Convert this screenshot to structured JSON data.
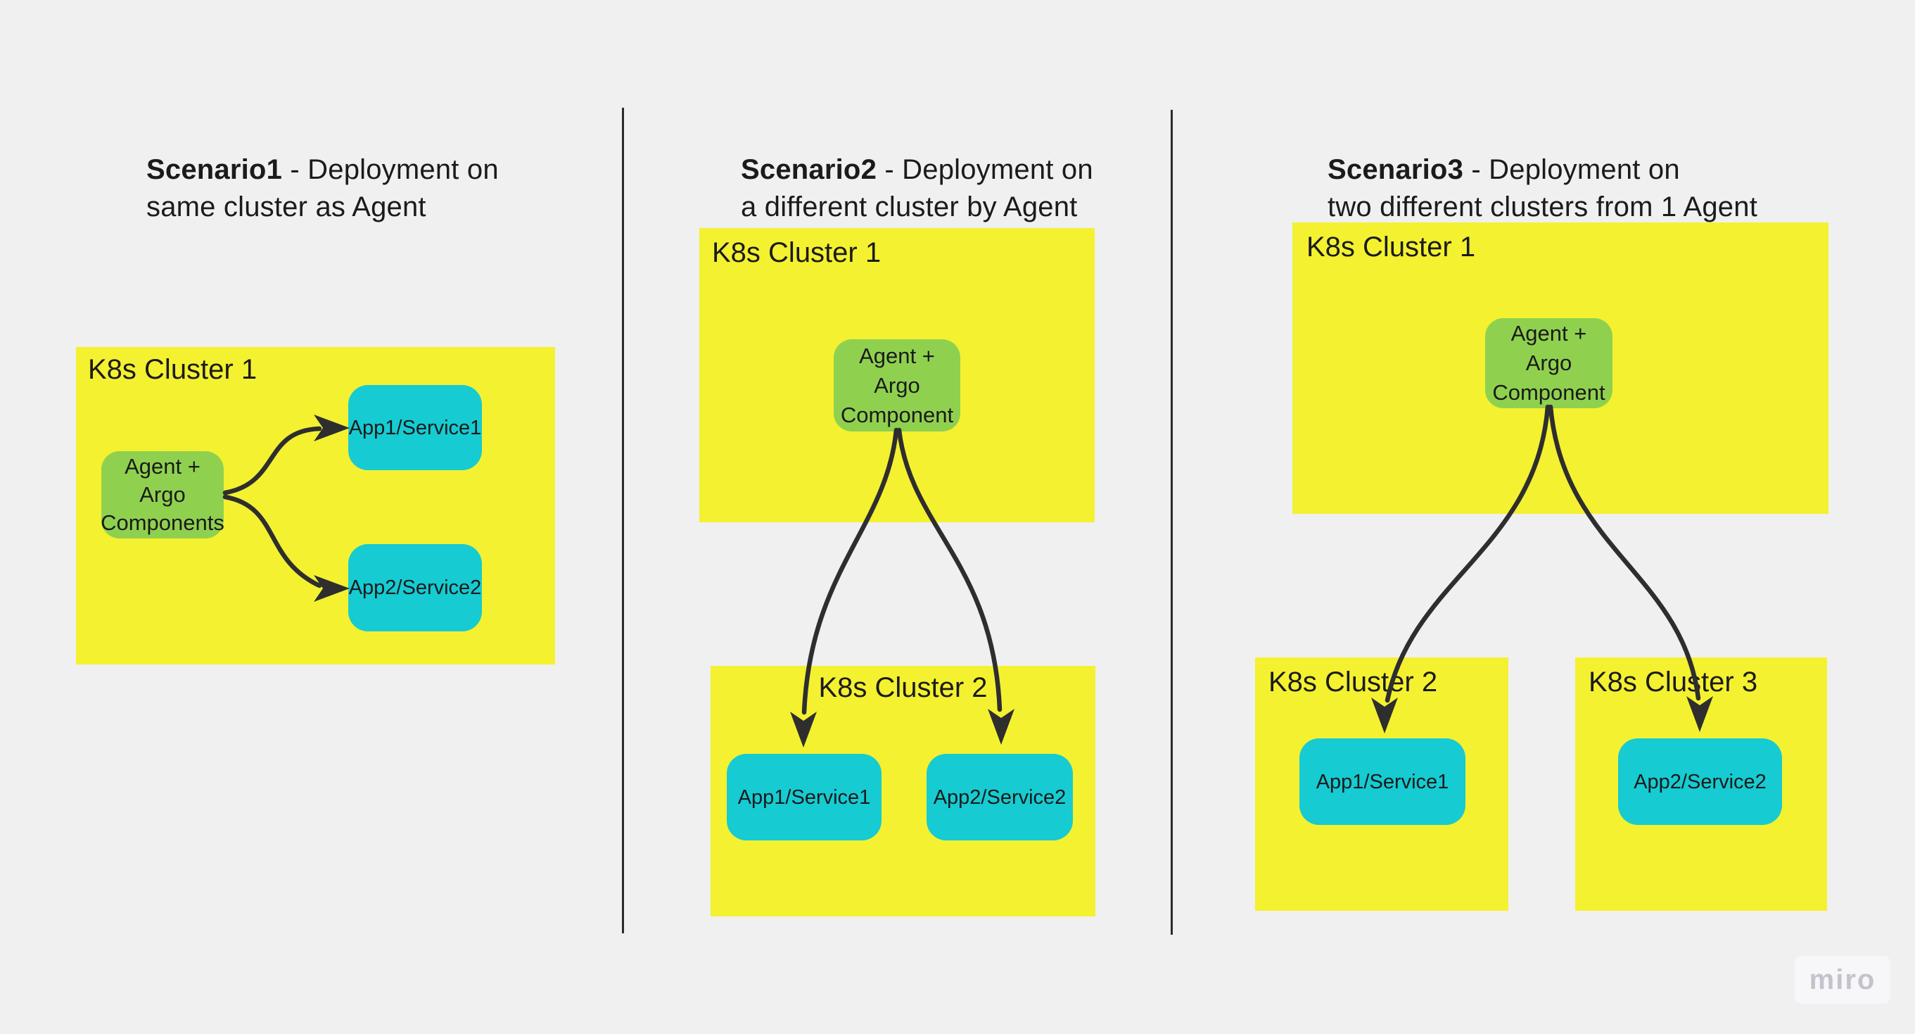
{
  "colors": {
    "bg": "#F0F0F1",
    "yellow": "#F4F131",
    "green": "#8FD14F",
    "cyan": "#16CBD2",
    "arrow": "#2E2E2E",
    "text": "#1B1B1B",
    "divider": "#2B2B2B",
    "wm-bg": "#F7F7F9",
    "wm-text": "#C4C3CD"
  },
  "scenario1": {
    "title_bold": "Scenario1",
    "title_rest": " - Deployment on\nsame cluster as Agent",
    "cluster1_label": "K8s Cluster 1",
    "agent_label": "Agent + Argo\nComponents",
    "app1_label": "App1/Service1",
    "app2_label": "App2/Service2"
  },
  "scenario2": {
    "title_bold": "Scenario2",
    "title_rest": " - Deployment on\na different cluster by Agent",
    "cluster1_label": "K8s Cluster 1",
    "cluster2_label": "K8s Cluster 2",
    "agent_label": "Agent +\nArgo\nComponent",
    "app1_label": "App1/Service1",
    "app2_label": "App2/Service2"
  },
  "scenario3": {
    "title_bold": "Scenario3",
    "title_rest": " - Deployment on\ntwo different clusters from 1 Agent",
    "cluster1_label": "K8s Cluster 1",
    "cluster2_label": "K8s Cluster 2",
    "cluster3_label": "K8s Cluster 3",
    "agent_label": "Agent +\nArgo\nComponent",
    "app1_label": "App1/Service1",
    "app2_label": "App2/Service2"
  },
  "watermark": {
    "label": "miro"
  }
}
